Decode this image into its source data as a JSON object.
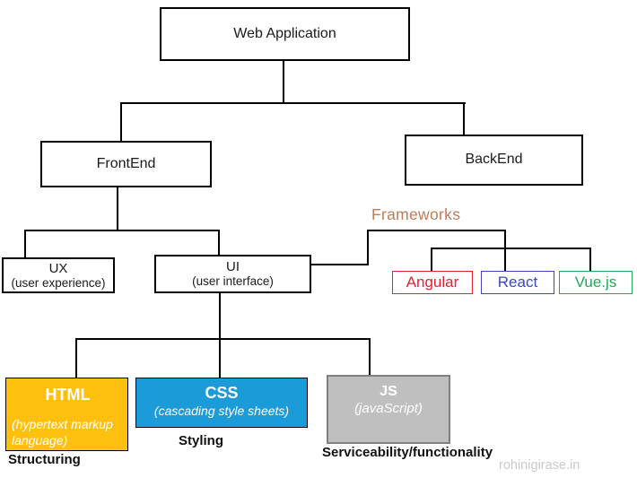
{
  "nodes": {
    "web_application": {
      "label": "Web Application"
    },
    "frontend": {
      "label": "FrontEnd"
    },
    "backend": {
      "label": "BackEnd"
    },
    "ux": {
      "label": "UX",
      "sublabel": "(user experience)"
    },
    "ui": {
      "label": "UI",
      "sublabel": "(user interface)"
    },
    "html": {
      "label": "HTML",
      "sublabel": "(hypertext markup language)",
      "caption": "Structuring"
    },
    "css": {
      "label": "CSS",
      "sublabel": "(cascading style sheets)",
      "caption": "Styling"
    },
    "js": {
      "label": "JS",
      "sublabel": "(javaScript)",
      "caption": "Serviceability/functionality"
    }
  },
  "frameworks": {
    "label": "Frameworks",
    "items": [
      {
        "label": "Angular",
        "color": "#e9202e"
      },
      {
        "label": "React",
        "color": "#3e46be"
      },
      {
        "label": "Vue.js",
        "color": "#21a857"
      }
    ]
  },
  "watermark": "rohinigirase.in",
  "colors": {
    "line": "#000000",
    "frameworks_label": "#be7b58",
    "html_fill": "#fec00f",
    "css_fill": "#1b9bd8",
    "js_fill": "#bfbfbf",
    "js_border": "#7f7f7f",
    "watermark": "#c9c9c9"
  }
}
